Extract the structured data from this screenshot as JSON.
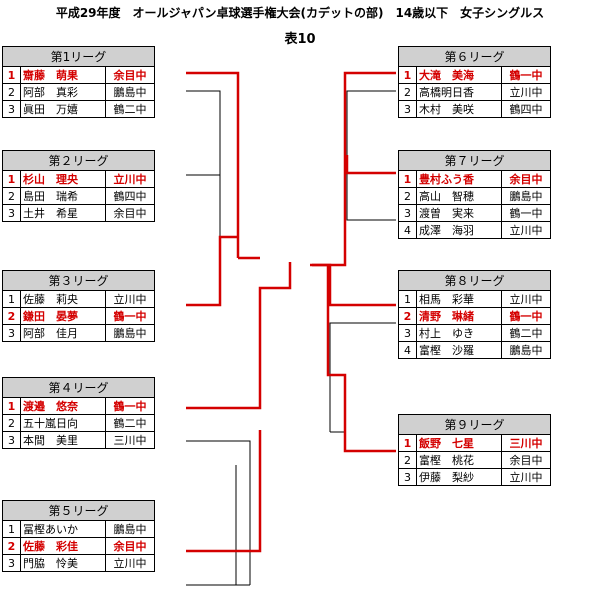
{
  "header": {
    "title": "平成29年度　オールジャパン卓球選手権大会(カデットの部)　14歳以下　女子シングルス",
    "subtitle": "表10"
  },
  "colors": {
    "winner": "#d40000",
    "line": "#000000",
    "header_bg": "#d0d0d0"
  },
  "leagues": [
    {
      "name": "第1リーグ",
      "rows": [
        {
          "no": "1",
          "player": "齋藤　萌果",
          "school": "余目中",
          "winner": true
        },
        {
          "no": "2",
          "player": "阿部　真彩",
          "school": "鵬島中",
          "winner": false
        },
        {
          "no": "3",
          "player": "眞田　万嬉",
          "school": "鶴二中",
          "winner": false
        }
      ]
    },
    {
      "name": "第２リーグ",
      "rows": [
        {
          "no": "1",
          "player": "杉山　理央",
          "school": "立川中",
          "winner": true
        },
        {
          "no": "2",
          "player": "島田　瑞希",
          "school": "鶴四中",
          "winner": false
        },
        {
          "no": "3",
          "player": "土井　希星",
          "school": "余目中",
          "winner": false
        }
      ]
    },
    {
      "name": "第３リーグ",
      "rows": [
        {
          "no": "1",
          "player": "佐藤　莉央",
          "school": "立川中",
          "winner": false
        },
        {
          "no": "2",
          "player": "鎌田　晏夢",
          "school": "鶴一中",
          "winner": true
        },
        {
          "no": "3",
          "player": "阿部　佳月",
          "school": "鵬島中",
          "winner": false
        }
      ]
    },
    {
      "name": "第４リーグ",
      "rows": [
        {
          "no": "1",
          "player": "渡邉　悠奈",
          "school": "鶴一中",
          "winner": true
        },
        {
          "no": "2",
          "player": "五十嵐日向",
          "school": "鶴二中",
          "winner": false
        },
        {
          "no": "3",
          "player": "本間　美里",
          "school": "三川中",
          "winner": false
        }
      ]
    },
    {
      "name": "第５リーグ",
      "rows": [
        {
          "no": "1",
          "player": "冨樫あいか",
          "school": "鵬島中",
          "winner": false
        },
        {
          "no": "2",
          "player": "佐藤　彩佳",
          "school": "余目中",
          "winner": true
        },
        {
          "no": "3",
          "player": "門脇　怜美",
          "school": "立川中",
          "winner": false
        }
      ]
    },
    {
      "name": "第６リーグ",
      "rows": [
        {
          "no": "1",
          "player": "大滝　美海",
          "school": "鶴一中",
          "winner": true
        },
        {
          "no": "2",
          "player": "高橋明日香",
          "school": "立川中",
          "winner": false
        },
        {
          "no": "3",
          "player": "木村　美咲",
          "school": "鶴四中",
          "winner": false
        }
      ]
    },
    {
      "name": "第７リーグ",
      "rows": [
        {
          "no": "1",
          "player": "豊村ふう香",
          "school": "余目中",
          "winner": true
        },
        {
          "no": "2",
          "player": "高山　智穂",
          "school": "鵬島中",
          "winner": false
        },
        {
          "no": "3",
          "player": "渡曽　実来",
          "school": "鶴一中",
          "winner": false
        },
        {
          "no": "4",
          "player": "成澤　海羽",
          "school": "立川中",
          "winner": false
        }
      ]
    },
    {
      "name": "第８リーグ",
      "rows": [
        {
          "no": "1",
          "player": "相馬　彩華",
          "school": "立川中",
          "winner": false
        },
        {
          "no": "2",
          "player": "清野　琳緒",
          "school": "鶴一中",
          "winner": true
        },
        {
          "no": "3",
          "player": "村上　ゆき",
          "school": "鶴二中",
          "winner": false
        },
        {
          "no": "4",
          "player": "富樫　沙羅",
          "school": "鵬島中",
          "winner": false
        }
      ]
    },
    {
      "name": "第９リーグ",
      "rows": [
        {
          "no": "1",
          "player": "飯野　七星",
          "school": "三川中",
          "winner": true
        },
        {
          "no": "2",
          "player": "富樫　桃花",
          "school": "余目中",
          "winner": false
        },
        {
          "no": "3",
          "player": "伊藤　梨紗",
          "school": "立川中",
          "winner": false
        }
      ]
    }
  ]
}
